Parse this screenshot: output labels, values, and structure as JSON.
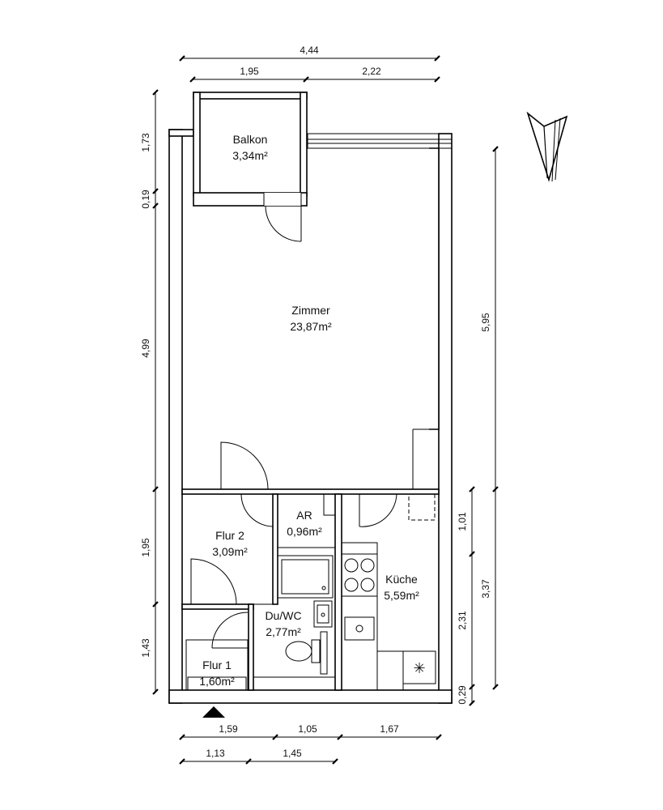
{
  "rooms": {
    "balkon": {
      "name": "Balkon",
      "area": "3,34m²"
    },
    "zimmer": {
      "name": "Zimmer",
      "area": "23,87m²"
    },
    "flur2": {
      "name": "Flur 2",
      "area": "3,09m²"
    },
    "ar": {
      "name": "AR",
      "area": "0,96m²"
    },
    "kueche": {
      "name": "Küche",
      "area": "5,59m²"
    },
    "duwc": {
      "name": "Du/WC",
      "area": "2,77m²"
    },
    "flur1": {
      "name": "Flur 1",
      "area": "1,60m²"
    }
  },
  "dimensions": {
    "top_total": "4,44",
    "top_left": "1,95",
    "top_right": "2,22",
    "left_1": "1,73",
    "left_2": "0,19",
    "left_3": "4,99",
    "left_4": "1,95",
    "left_5": "1,43",
    "right_total": "5,95",
    "right_a": "1,01",
    "right_b": "3,37",
    "right_c": "2,31",
    "right_d": "0,29",
    "bottom_a": "1,59",
    "bottom_b": "1,05",
    "bottom_c": "1,67",
    "bottom_d": "1,13",
    "bottom_e": "1,45"
  },
  "icons": {
    "north_arrow": "north-arrow-icon",
    "entrance": "entrance-marker-icon"
  }
}
